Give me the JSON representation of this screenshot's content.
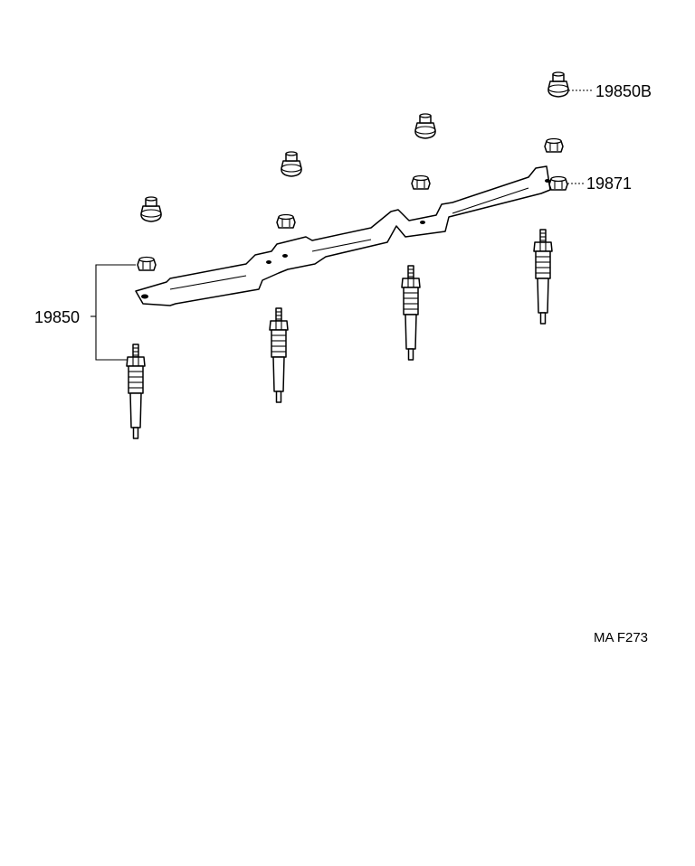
{
  "diagram": {
    "labels": {
      "glow_plug": "19850",
      "terminal_nut": "19850B",
      "connector": "19871",
      "reference": "MA F273"
    }
  }
}
